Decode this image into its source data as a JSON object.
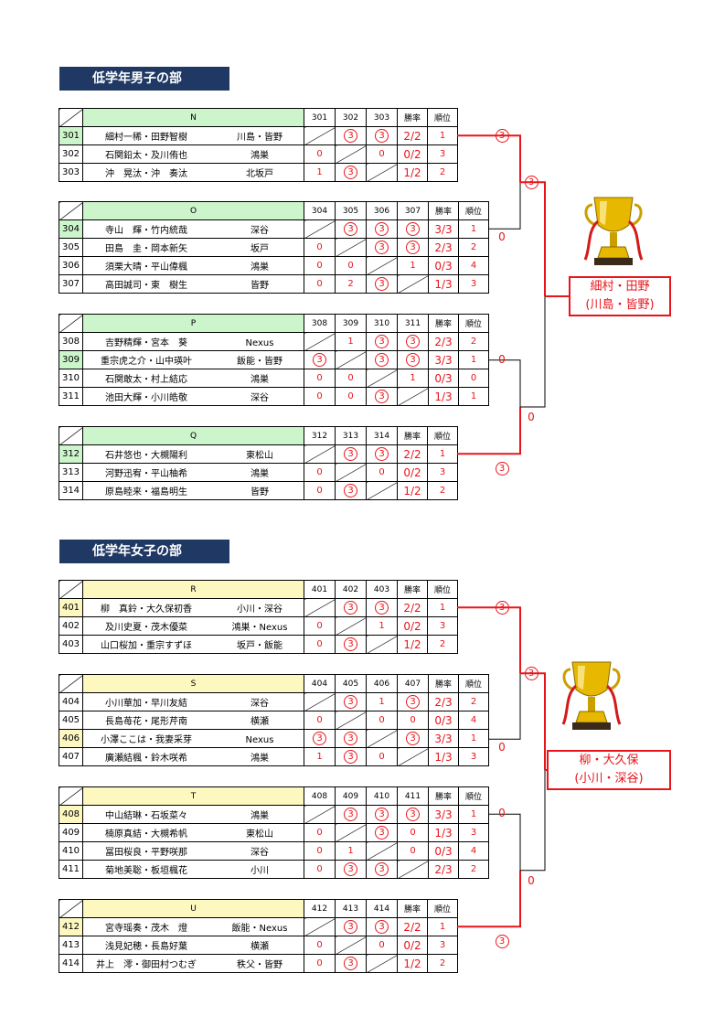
{
  "sections": [
    {
      "title": "低学年男子の部",
      "winner": {
        "names": "細村・田野",
        "clubs": "(川島・皆野)"
      },
      "bracket_labels": {
        "g1_top": "③",
        "semi_top": "③",
        "g2_top": "0",
        "g3_top": "0",
        "semi_bottom": "0",
        "g4_bottom": "③"
      },
      "groups": [
        {
          "name": "N",
          "cols": [
            "301",
            "302",
            "303"
          ],
          "rows": [
            {
              "id": "301",
              "names": "細村一稀・田野智樹",
              "club": "川島・皆野",
              "r": [
                "",
                "③",
                "③"
              ],
              "rate": "2/2",
              "rank": "1",
              "hl": true
            },
            {
              "id": "302",
              "names": "石関鉛太・及川侑也",
              "club": "鴻巣",
              "r": [
                "0",
                "",
                "0"
              ],
              "rate": "0/2",
              "rank": "3"
            },
            {
              "id": "303",
              "names": "沖　晃汰・沖　奏汰",
              "club": "北坂戸",
              "r": [
                "1",
                "③",
                ""
              ],
              "rate": "1/2",
              "rank": "2"
            }
          ]
        },
        {
          "name": "O",
          "cols": [
            "304",
            "305",
            "306",
            "307"
          ],
          "rows": [
            {
              "id": "304",
              "names": "寺山　輝・竹内統哉",
              "club": "深谷",
              "r": [
                "",
                "③",
                "③",
                "③"
              ],
              "rate": "3/3",
              "rank": "1",
              "hl": true
            },
            {
              "id": "305",
              "names": "田島　圭・岡本新矢",
              "club": "坂戸",
              "r": [
                "0",
                "",
                "③",
                "③"
              ],
              "rate": "2/3",
              "rank": "2"
            },
            {
              "id": "306",
              "names": "須栗大晴・平山偉楓",
              "club": "鴻巣",
              "r": [
                "0",
                "0",
                "",
                "1"
              ],
              "rate": "0/3",
              "rank": "4"
            },
            {
              "id": "307",
              "names": "高田誠司・東　樹生",
              "club": "皆野",
              "r": [
                "0",
                "2",
                "③",
                ""
              ],
              "rate": "1/3",
              "rank": "3"
            }
          ]
        },
        {
          "name": "P",
          "cols": [
            "308",
            "309",
            "310",
            "311"
          ],
          "rows": [
            {
              "id": "308",
              "names": "吉野精輝・宮本　葵",
              "club": "Nexus",
              "r": [
                "",
                "1",
                "③",
                "③"
              ],
              "rate": "2/3",
              "rank": "2"
            },
            {
              "id": "309",
              "names": "重宗虎之介・山中瑛叶",
              "club": "飯能・皆野",
              "r": [
                "③",
                "",
                "③",
                "③"
              ],
              "rate": "3/3",
              "rank": "1",
              "hl": true
            },
            {
              "id": "310",
              "names": "石関敢太・村上結応",
              "club": "鴻巣",
              "r": [
                "0",
                "0",
                "",
                "1"
              ],
              "rate": "0/3",
              "rank": "0"
            },
            {
              "id": "311",
              "names": "池田大輝・小川皓敬",
              "club": "深谷",
              "r": [
                "0",
                "0",
                "③",
                ""
              ],
              "rate": "1/3",
              "rank": "1"
            }
          ]
        },
        {
          "name": "Q",
          "cols": [
            "312",
            "313",
            "314"
          ],
          "rows": [
            {
              "id": "312",
              "names": "石井悠也・大槻陽利",
              "club": "東松山",
              "r": [
                "",
                "③",
                "③"
              ],
              "rate": "2/2",
              "rank": "1",
              "hl": true
            },
            {
              "id": "313",
              "names": "河野迅宥・平山柚希",
              "club": "鴻巣",
              "r": [
                "0",
                "",
                "0"
              ],
              "rate": "0/2",
              "rank": "3"
            },
            {
              "id": "314",
              "names": "原島睦来・福島明生",
              "club": "皆野",
              "r": [
                "0",
                "③",
                ""
              ],
              "rate": "1/2",
              "rank": "2"
            }
          ]
        }
      ]
    },
    {
      "title": "低学年女子の部",
      "winner": {
        "names": "柳・大久保",
        "clubs": "(小川・深谷)"
      },
      "bracket_labels": {
        "g1_top": "③",
        "semi_top": "③",
        "g2_top": "0",
        "g3_top": "0",
        "semi_bottom": "0",
        "g4_bottom": "③"
      },
      "groups": [
        {
          "name": "R",
          "cols": [
            "401",
            "402",
            "403"
          ],
          "rows": [
            {
              "id": "401",
              "names": "柳　真鈴・大久保初香",
              "club": "小川・深谷",
              "r": [
                "",
                "③",
                "③"
              ],
              "rate": "2/2",
              "rank": "1",
              "hl": true
            },
            {
              "id": "402",
              "names": "及川史夏・茂木優菜",
              "club": "鴻巣・Nexus",
              "r": [
                "0",
                "",
                "1"
              ],
              "rate": "0/2",
              "rank": "3"
            },
            {
              "id": "403",
              "names": "山口桜加・重宗すずほ",
              "club": "坂戸・飯能",
              "r": [
                "0",
                "③",
                ""
              ],
              "rate": "1/2",
              "rank": "2"
            }
          ]
        },
        {
          "name": "S",
          "cols": [
            "404",
            "405",
            "406",
            "407"
          ],
          "rows": [
            {
              "id": "404",
              "names": "小川華加・早川友結",
              "club": "深谷",
              "r": [
                "",
                "③",
                "1",
                "③"
              ],
              "rate": "2/3",
              "rank": "2"
            },
            {
              "id": "405",
              "names": "長島苺花・尾形芹南",
              "club": "横瀬",
              "r": [
                "0",
                "",
                "0",
                "0"
              ],
              "rate": "0/3",
              "rank": "4"
            },
            {
              "id": "406",
              "names": "小澤ここは・我妻采芽",
              "club": "Nexus",
              "r": [
                "③",
                "③",
                "",
                "③"
              ],
              "rate": "3/3",
              "rank": "1",
              "hl": true
            },
            {
              "id": "407",
              "names": "廣瀬結楓・鈴木咲希",
              "club": "鴻巣",
              "r": [
                "1",
                "③",
                "0",
                ""
              ],
              "rate": "1/3",
              "rank": "3"
            }
          ]
        },
        {
          "name": "T",
          "cols": [
            "408",
            "409",
            "410",
            "411"
          ],
          "rows": [
            {
              "id": "408",
              "names": "中山結琳・石坂菜々",
              "club": "鴻巣",
              "r": [
                "",
                "③",
                "③",
                "③"
              ],
              "rate": "3/3",
              "rank": "1",
              "hl": true
            },
            {
              "id": "409",
              "names": "楠原真結・大槻希帆",
              "club": "東松山",
              "r": [
                "0",
                "",
                "③",
                "0"
              ],
              "rate": "1/3",
              "rank": "3"
            },
            {
              "id": "410",
              "names": "冨田桜良・平野咲那",
              "club": "深谷",
              "r": [
                "0",
                "1",
                "",
                "0"
              ],
              "rate": "0/3",
              "rank": "4"
            },
            {
              "id": "411",
              "names": "菊地美聡・板垣楓花",
              "club": "小川",
              "r": [
                "0",
                "③",
                "③",
                ""
              ],
              "rate": "2/3",
              "rank": "2"
            }
          ]
        },
        {
          "name": "U",
          "cols": [
            "412",
            "413",
            "414"
          ],
          "rows": [
            {
              "id": "412",
              "names": "宮寺瑶奏・茂木　燈",
              "club": "飯能・Nexus",
              "r": [
                "",
                "③",
                "③"
              ],
              "rate": "2/2",
              "rank": "1",
              "hl": true
            },
            {
              "id": "413",
              "names": "浅見妃穂・長島好葉",
              "club": "横瀬",
              "r": [
                "0",
                "",
                "0"
              ],
              "rate": "0/2",
              "rank": "3"
            },
            {
              "id": "414",
              "names": "井上　澪・御田村つむぎ",
              "club": "秩父・皆野",
              "r": [
                "0",
                "③",
                ""
              ],
              "rate": "1/2",
              "rank": "2"
            }
          ]
        }
      ]
    }
  ],
  "header_labels": {
    "rate": "勝率",
    "rank": "順位"
  },
  "colors": {
    "title_bg": "#1f3864",
    "boy_hl": "#ccf5cc",
    "girl_hl": "#fdf7c0",
    "result": "#e8151b"
  }
}
